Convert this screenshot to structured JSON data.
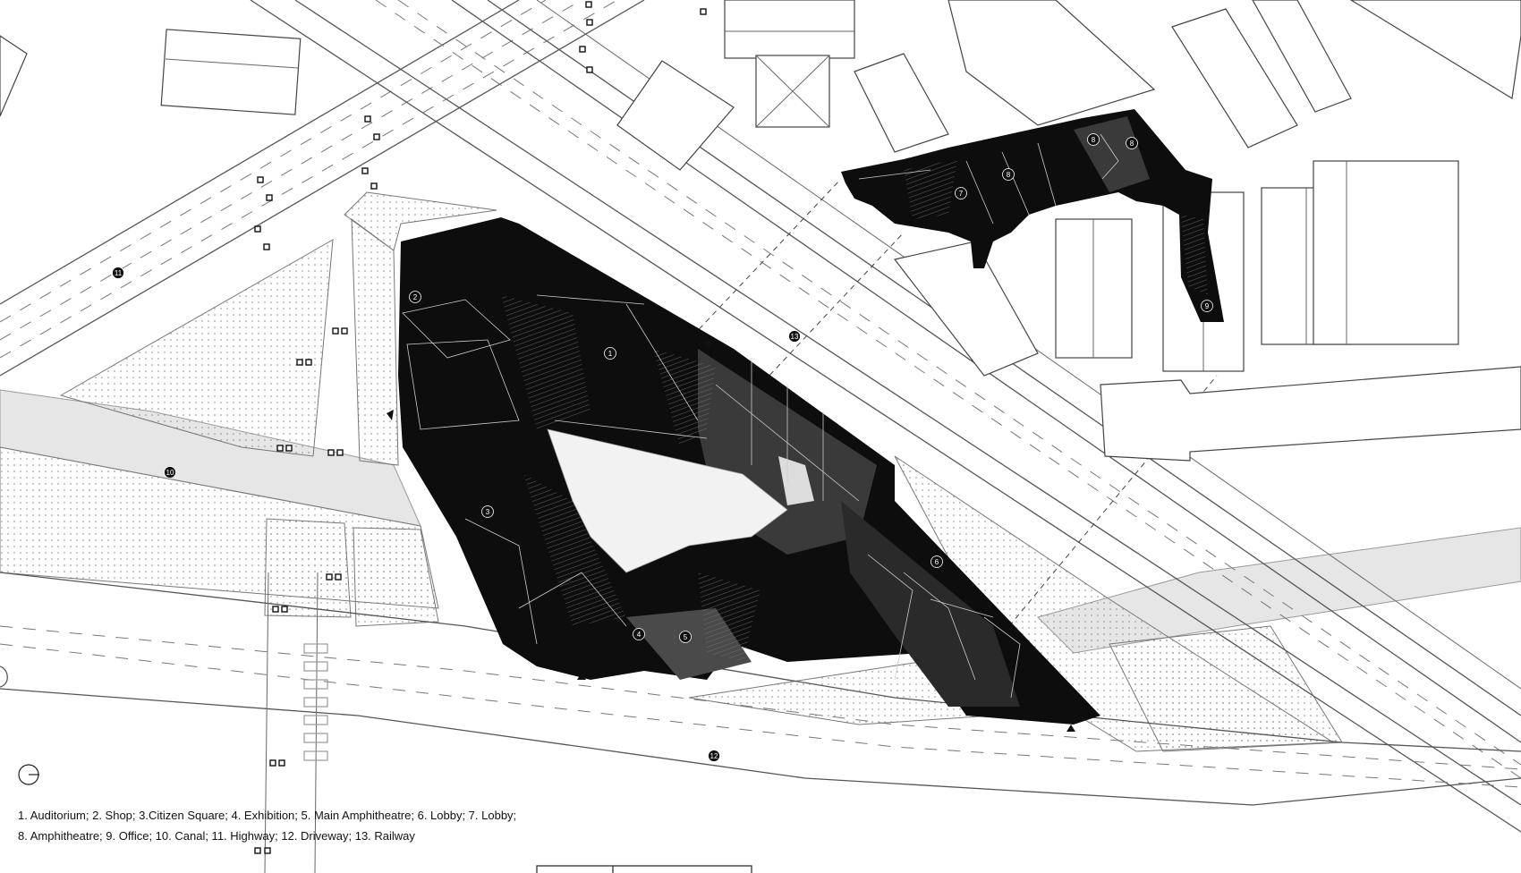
{
  "markers": [
    {
      "id": "m1",
      "label": "1"
    },
    {
      "id": "m2",
      "label": "2"
    },
    {
      "id": "m3",
      "label": "3"
    },
    {
      "id": "m4",
      "label": "4"
    },
    {
      "id": "m5",
      "label": "5"
    },
    {
      "id": "m6",
      "label": "6"
    },
    {
      "id": "m7",
      "label": "7"
    },
    {
      "id": "m8a",
      "label": "8"
    },
    {
      "id": "m8b",
      "label": "8"
    },
    {
      "id": "m8c",
      "label": "8"
    },
    {
      "id": "m9",
      "label": "9"
    },
    {
      "id": "m10",
      "label": "10"
    },
    {
      "id": "m11",
      "label": "11"
    },
    {
      "id": "m12",
      "label": "12"
    },
    {
      "id": "m13",
      "label": "13"
    }
  ],
  "legend": {
    "line1": "1. Auditorium; 2. Shop; 3.Citizen Square; 4. Exhibition; 5. Main Amphitheatre; 6. Lobby; 7. Lobby;",
    "line2": "8. Amphitheatre; 9. Office; 10. Canal; 11. Highway; 12. Driveway; 13. Railway"
  },
  "colors": {
    "building_dark": "#0d0d0d",
    "building_mid": "#3a3a3a",
    "canal": "#e6e6e6",
    "background": "#ffffff"
  }
}
